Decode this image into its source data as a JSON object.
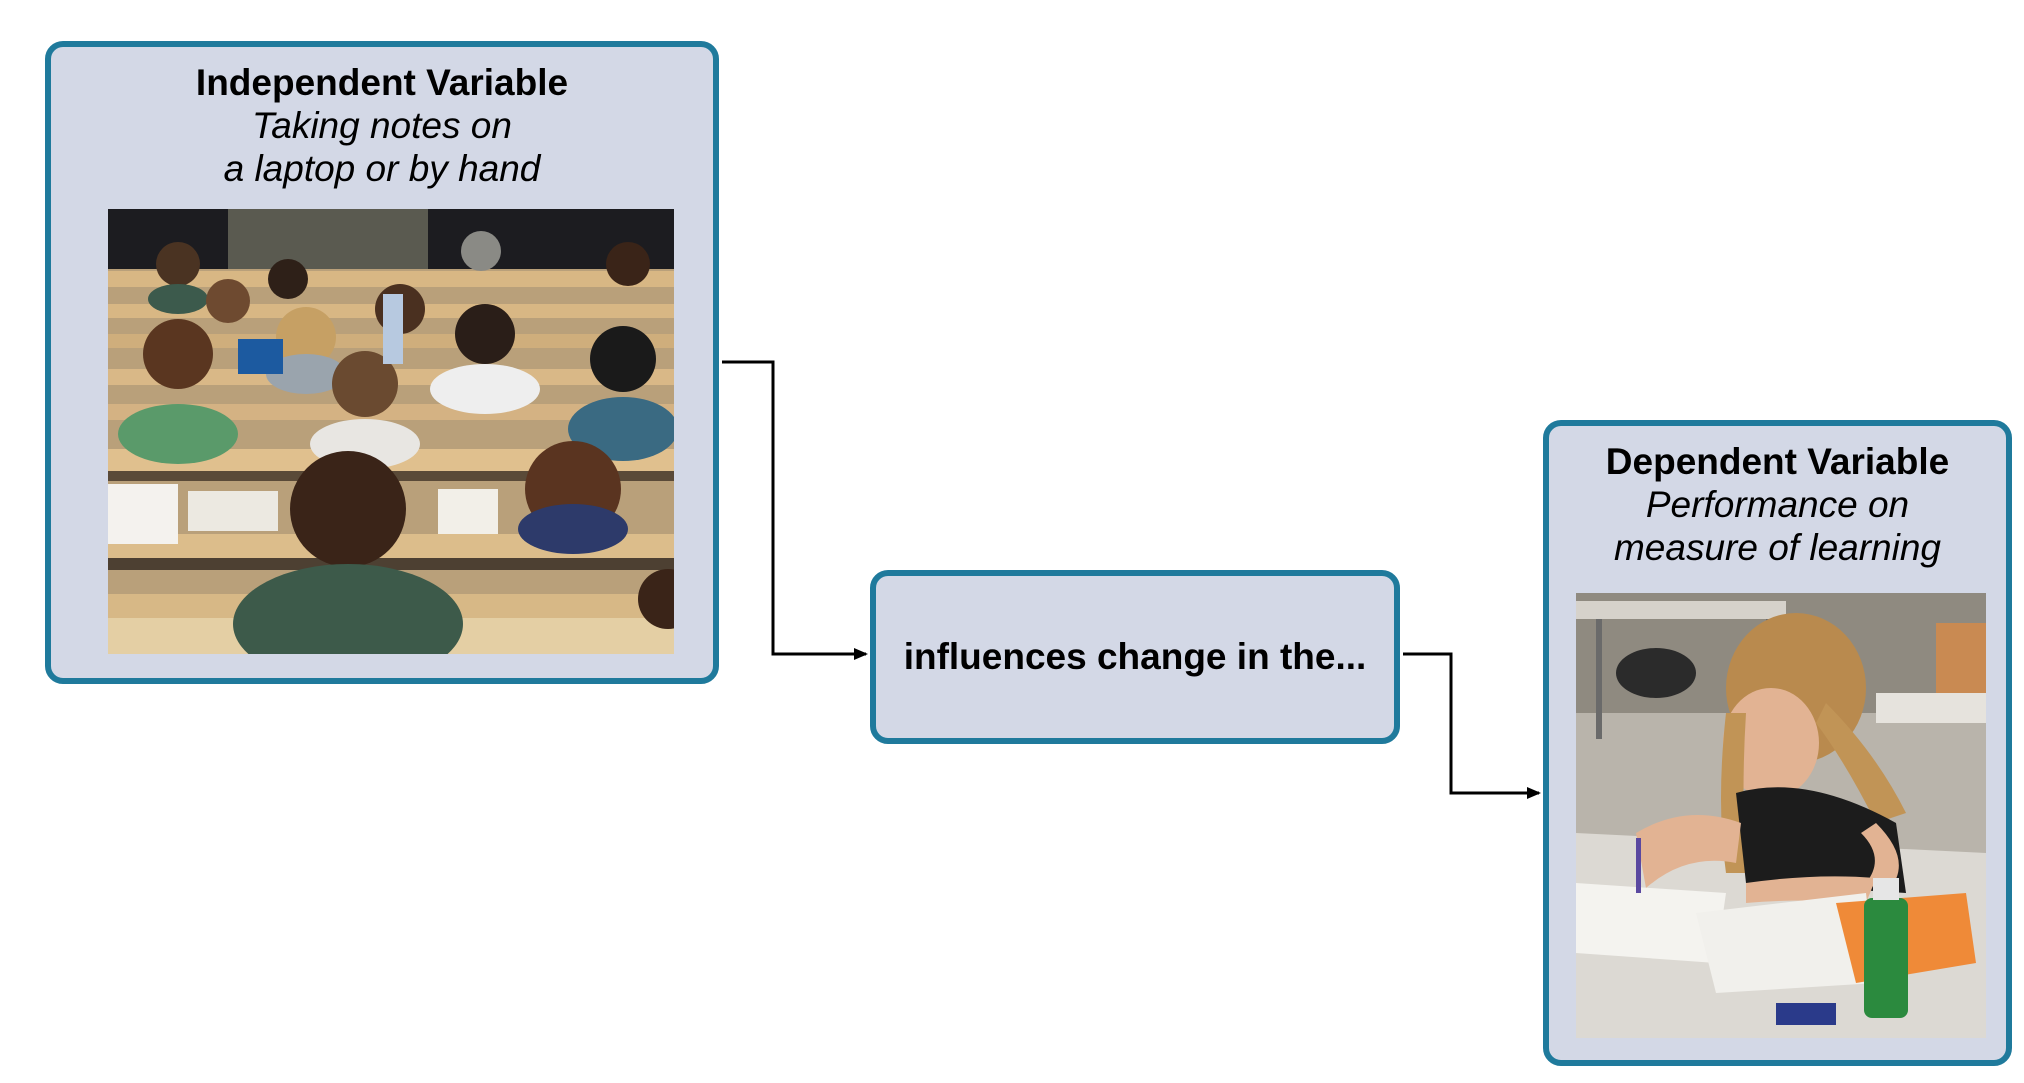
{
  "diagram": {
    "independent": {
      "title": "Independent Variable",
      "line1": "Taking notes on",
      "line2": "a laptop or by hand",
      "image": "lecture-hall-students-photo"
    },
    "middle": {
      "label": "influences change in the..."
    },
    "dependent": {
      "title": "Dependent Variable",
      "line1": "Performance on",
      "line2": "measure of learning",
      "image": "student-writing-exam-photo"
    }
  },
  "colors": {
    "box_fill": "#d3d8e6",
    "box_border": "#1f7a9c",
    "connector": "#000000",
    "background": "#ffffff"
  }
}
